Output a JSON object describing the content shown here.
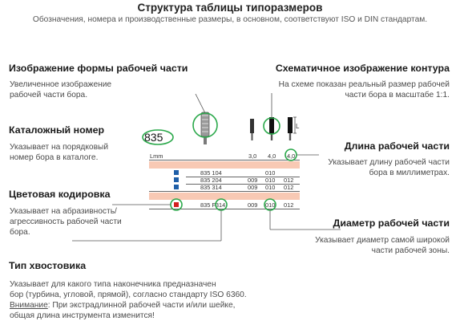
{
  "header": {
    "title": "Структура таблицы типоразмеров",
    "subtitle": "Обозначения, номера и производственные размеры, в основном, соответствуют ISO и DIN стандартам."
  },
  "sections": {
    "shape_image": {
      "heading": "Изображение формы рабочей части",
      "desc": "Увеличенное изображение\nрабочей части бора."
    },
    "schematic": {
      "heading": "Схематичное изображение контура",
      "desc": "На схеме показан реальный размер рабочей\nчасти бора в масштабе 1:1."
    },
    "catalog_number": {
      "heading": "Каталожный номер",
      "desc": "Указывает на порядковый\nномер бора в каталоге."
    },
    "working_length": {
      "heading": "Длина рабочей части",
      "desc": "Указывает длину рабочей части\nбора в миллиметрах."
    },
    "color_coding": {
      "heading": "Цветовая кодировка",
      "desc": "Указывает на абразивность/\nагрессивность рабочей части\nбора."
    },
    "working_diameter": {
      "heading": "Диаметр рабочей части",
      "desc": "Указывает диаметр самой широкой\nчасти рабочей зоны."
    },
    "shank_type": {
      "heading": "Тип хвостовика",
      "desc": "Указывает для какого типа  наконечника предназначен\nбор (турбина, угловой, прямой), согласно стандарту ISO 6360.",
      "note_label": "Внимание",
      "note_text": ": При экстрадлинной рабочей части и/или шейке,\nобщая длина инструмента изменится!"
    }
  },
  "table": {
    "catalog_number": "835",
    "length_label": "Lmm",
    "length_values": [
      "3,0",
      "4,0",
      "4,0"
    ],
    "dimension_label": "L",
    "rows": [
      {
        "code": "835 104",
        "cols": [
          "",
          "010",
          ""
        ],
        "color": "#1f5fa8"
      },
      {
        "code": "835 204",
        "cols": [
          "009",
          "010",
          "012"
        ],
        "color": "#1f5fa8"
      },
      {
        "code": "835 314",
        "cols": [
          "009",
          "010",
          "012"
        ],
        "color": "#1f5fa8"
      },
      {
        "code": "835 F314",
        "cols": [
          "009",
          "010",
          "012"
        ],
        "color": "#d42020"
      }
    ]
  },
  "colors": {
    "highlight": "#2aa84a",
    "band": "#f8c9b4",
    "blue_code": "#1f5fa8",
    "red_code": "#d42020"
  }
}
